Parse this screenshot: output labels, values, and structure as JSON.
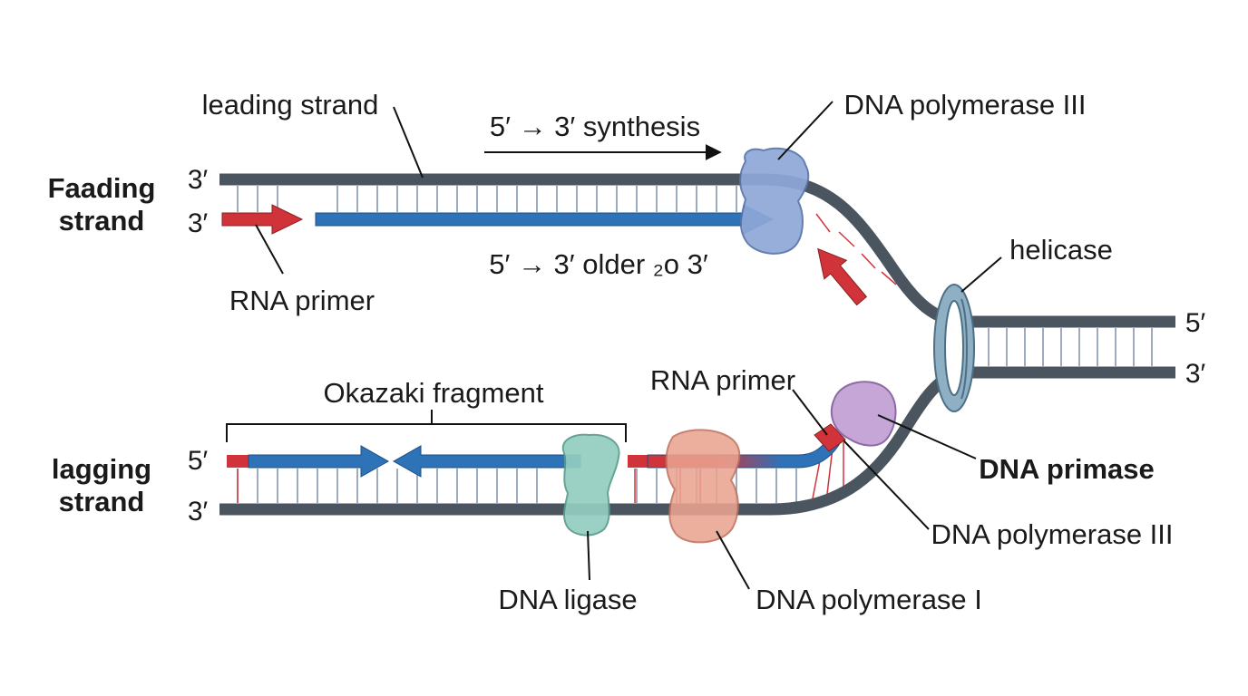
{
  "labels": {
    "side_leading_line1": "Faading",
    "side_leading_line2": "strand",
    "side_lagging_line1": "lagging",
    "side_lagging_line2": "strand",
    "leading_strand": "leading strand",
    "synthesis_top": "5′ → 3′ synthesis",
    "synthesis_mid": "5′ → 3′ older ₂o 3′",
    "rna_primer_top": "RNA primer",
    "rna_primer_bottom": "RNA primer",
    "dna_pol3_top": "DNA polymerase III",
    "dna_pol3_bottom": "DNA polymerase III",
    "helicase": "helicase",
    "dna_primase": "DNA primase",
    "okazaki": "Okazaki fragment",
    "dna_ligase": "DNA ligase",
    "dna_pol1": "DNA polymerase I"
  },
  "ends": {
    "lead_top": "3′",
    "lead_bottom": "3′",
    "lag_top": "5′",
    "lag_bottom": "3′",
    "parent_top": "5′",
    "parent_bottom": "3′"
  },
  "colors": {
    "backbone": "#4a5560",
    "new_strand": "#2e72b8",
    "rna_primer": "#d0343a",
    "pol3": "#8fa8d8",
    "helicase": "#8fb0c4",
    "primase": "#c6a6d6",
    "ligase": "#93cdc0",
    "pol1": "#eaa390"
  }
}
